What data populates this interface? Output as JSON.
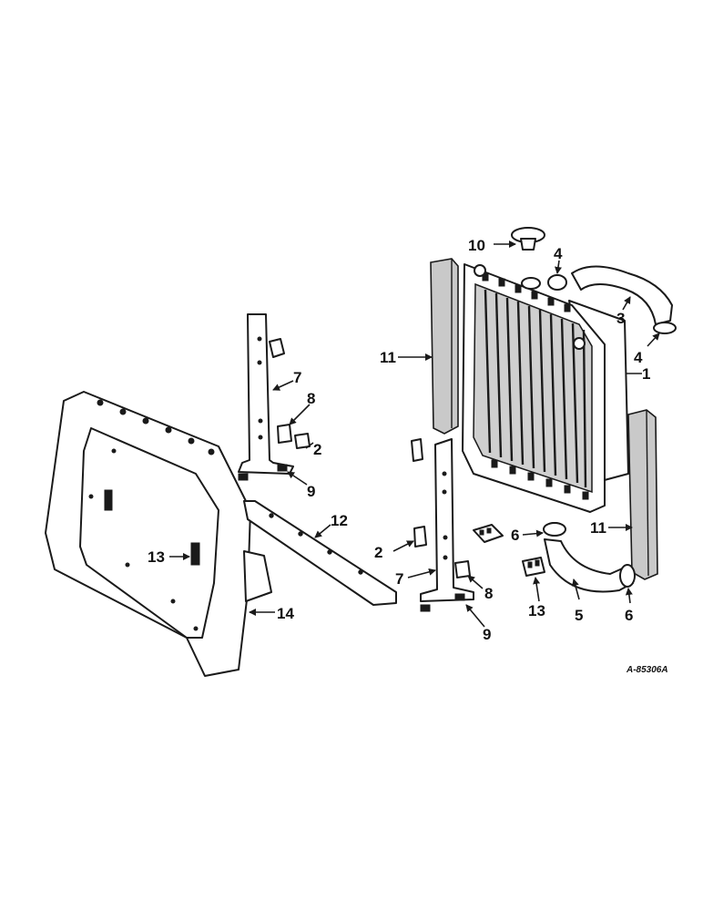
{
  "callouts": {
    "c1": "1",
    "c2a": "2",
    "c2b": "2",
    "c3": "3",
    "c4a": "4",
    "c4b": "4",
    "c5": "5",
    "c6a": "6",
    "c6b": "6",
    "c7a": "7",
    "c7b": "7",
    "c8a": "8",
    "c8b": "8",
    "c9a": "9",
    "c9b": "9",
    "c10": "10",
    "c11a": "11",
    "c11b": "11",
    "c12": "12",
    "c13a": "13",
    "c13b": "13",
    "c14": "14"
  },
  "reference": "A-85306A"
}
